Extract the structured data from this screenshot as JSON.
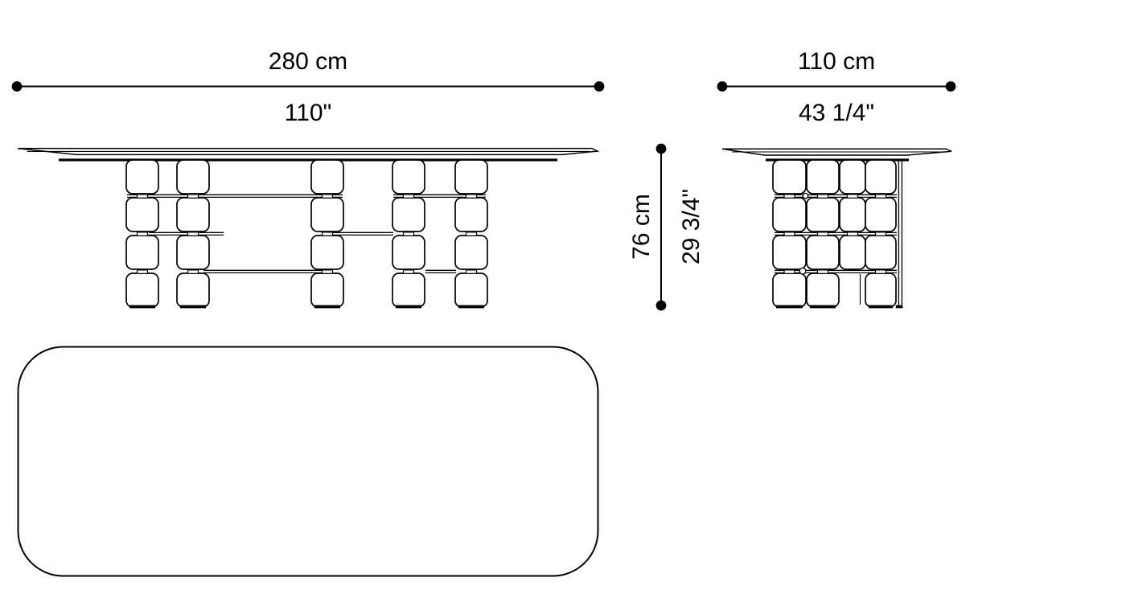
{
  "title": "table-technical-drawing",
  "colors": {
    "ink": "#000000",
    "background": "#ffffff"
  },
  "dimensions": {
    "front": {
      "width_cm": "280 cm",
      "width_in": "110\""
    },
    "side": {
      "width_cm": "110 cm",
      "width_in": "43 1/4\""
    },
    "height": {
      "cm": "76 cm",
      "inches": "29 3/4\""
    }
  }
}
